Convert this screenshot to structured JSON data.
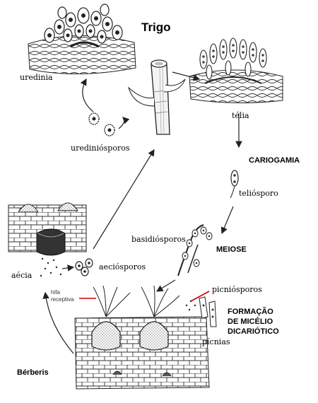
{
  "title": "Trigo",
  "host_alt": "Bérberis",
  "stages": {
    "uredinia": "urediniа",
    "urediniospores": "urediniósporos",
    "telia": "télia",
    "teliospore": "teliósporo",
    "basidiospores": "basidiósporos",
    "aecia": "aécia",
    "aeciospores": "aeciósporos",
    "pycnia": "pícnias",
    "pycniospores": "picniósporos",
    "receptive_hypha_line1": "hifa",
    "receptive_hypha_line2": "receptiva"
  },
  "processes": {
    "karyogamy": "CARIOGAMIA",
    "meiosis": "MEIOSE",
    "dikaryotic_line1": "FORMAÇÃO",
    "dikaryotic_line2": "DE MICÉLIO",
    "dikaryotic_line3": "DICARIÓTICO"
  },
  "colors": {
    "pointer": "#cc0000",
    "ink": "#000000"
  }
}
